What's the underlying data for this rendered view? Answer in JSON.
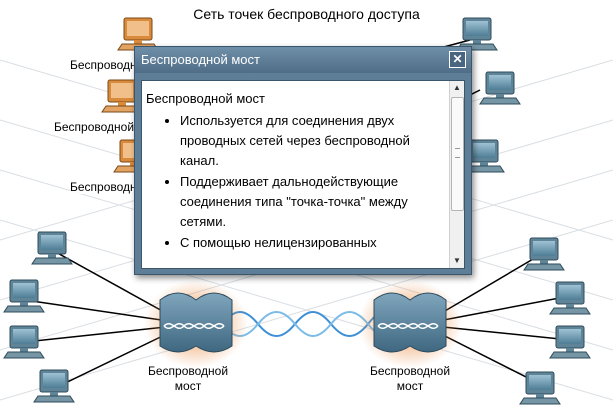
{
  "scene": {
    "title": "Сеть точек беспроводного доступа",
    "side_labels": [
      "Беспроводной м",
      "Беспроводной",
      "Беспроводной"
    ],
    "left_bridge_label": [
      "Беспроводной",
      "мост"
    ],
    "right_bridge_label": [
      "Беспроводной",
      "мост"
    ]
  },
  "modal": {
    "title": "Беспроводной мост",
    "close_glyph": "✕",
    "heading": "Беспроводной мост",
    "bullets": [
      "Используется для соединения двух проводных сетей через беспроводной канал.",
      "Поддерживает дальнодействующие соединения типа \"точка-точка\" между сетями.",
      "С помощью нелицензированных"
    ],
    "scroll_up_glyph": "▲",
    "scroll_down_glyph": "▼"
  },
  "colors": {
    "modal_frame": "#5e7d96",
    "bridge_body": "#5f8aa3",
    "bridge_glow": "#e8873a",
    "wire": "#000000",
    "wave_blue": "#3d8fd6"
  },
  "icons": [
    "computer-icon",
    "wireless-bridge-icon",
    "close-icon",
    "scroll-up-icon",
    "scroll-down-icon"
  ]
}
